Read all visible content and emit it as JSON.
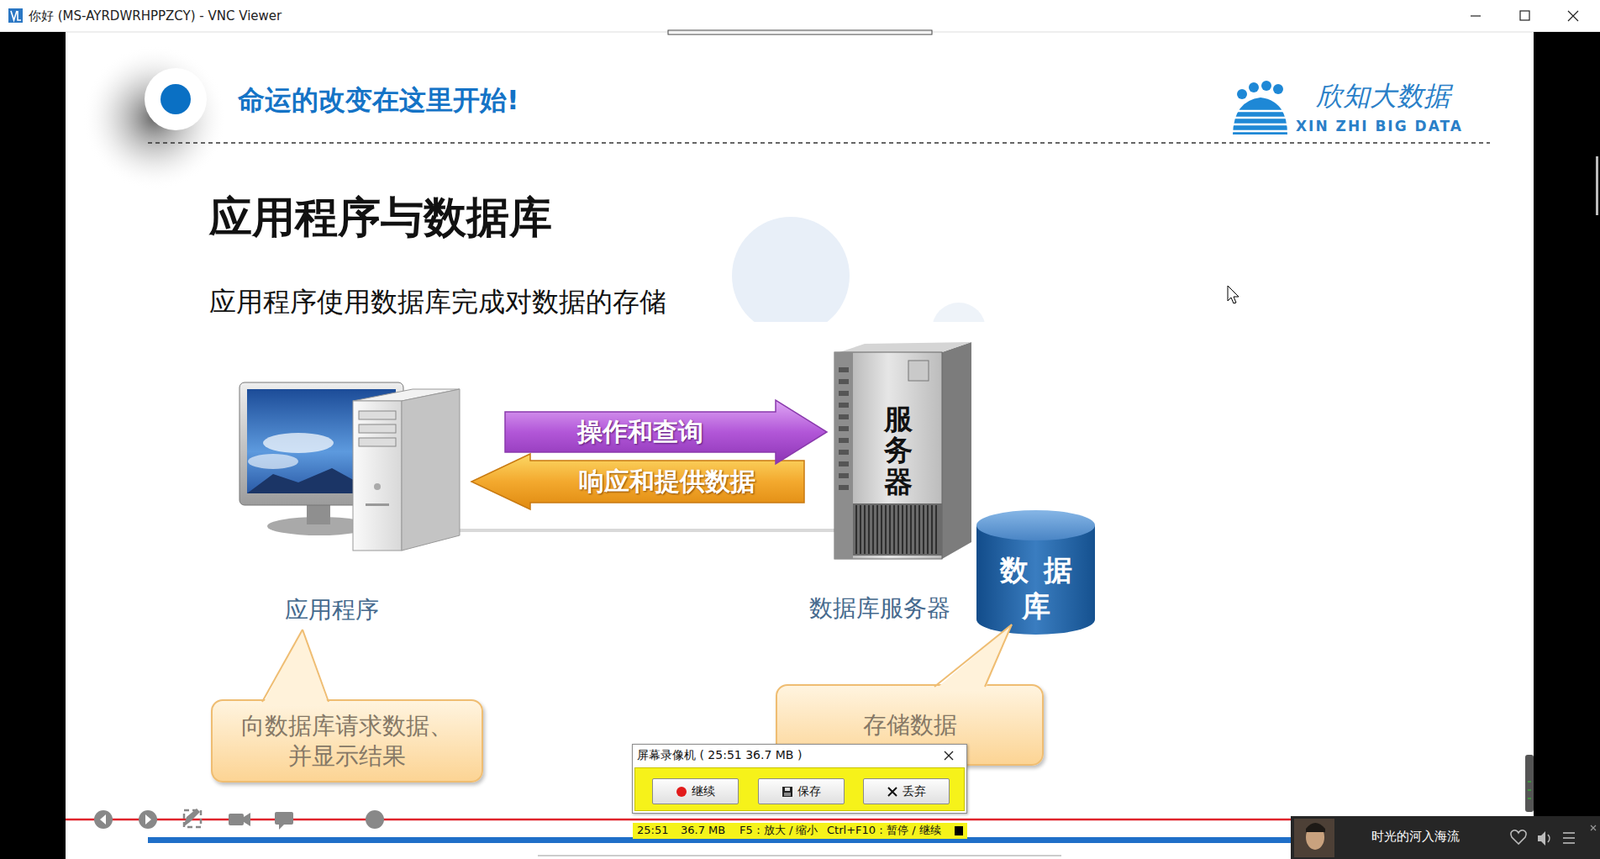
{
  "diagram": {
    "title": "应用程序与数据库",
    "nodes": [
      {
        "text": [
          "应用程序"
        ]
      },
      {
        "text": [
          "服务器",
          "数据库服务器"
        ]
      },
      {
        "text": [
          "数据 库"
        ]
      },
      {
        "text": [
          "向数据库请求数据、 并显示结果"
        ]
      },
      {
        "text": [
          "存储数据"
        ]
      },
      {
        "text": [
          "屏幕录像机 ( 25:51 36.7 MB )"
        ]
      },
      {
        "text": [
          "继续"
        ],
        "in": 5
      },
      {
        "text": [
          "保存"
        ],
        "in": 5
      },
      {
        "text": [
          "丢弃"
        ],
        "in": 5
      }
    ],
    "edges": [
      {
        "from": 0,
        "to": 1,
        "label": "操作和查询",
        "arrow": "to"
      },
      {
        "from": 1,
        "to": 0,
        "label": "响应和提供数据",
        "arrow": "to"
      },
      {
        "from": 0,
        "to": 1,
        "arrow": "none"
      }
    ],
    "labels": [
      "你好 (MS-AYRDWRHPPZCY) - VNC Viewer",
      "命运的改变在这里开始!",
      "欣知大数据",
      "XIN ZHI BIG DATA",
      "应用程序使用数据库完成对数据的存储",
      "25:51",
      "36.7 MB",
      "F5：放大 / 缩小",
      "Ctrl+F10：暂停 / 继续",
      "时光的河入海流"
    ]
  }
}
